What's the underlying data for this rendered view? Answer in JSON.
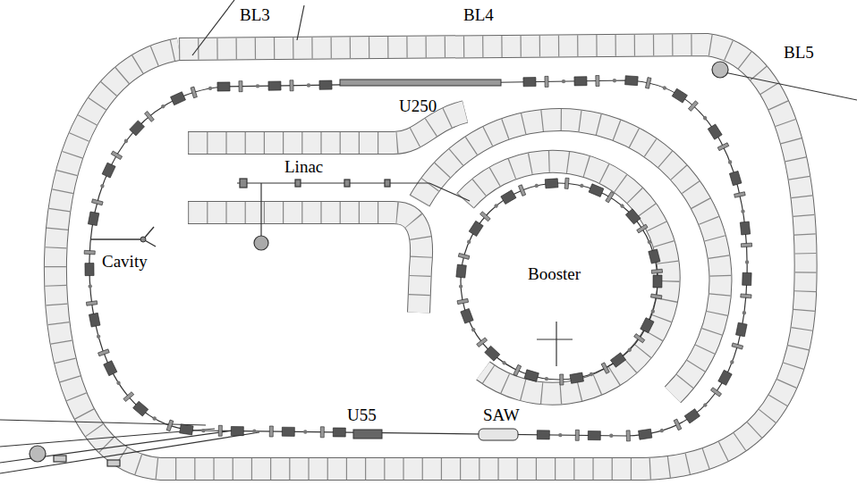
{
  "diagram": {
    "labels": [
      "BL3",
      "BL4",
      "BL5",
      "U250",
      "Linac",
      "Cavity",
      "Booster",
      "U55",
      "SAW"
    ]
  }
}
